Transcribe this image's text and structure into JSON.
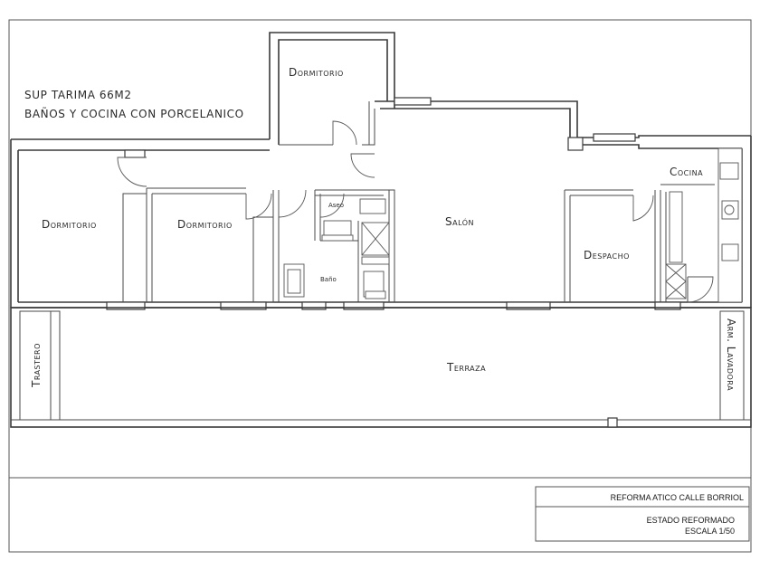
{
  "notes": {
    "line1": "SUP TARIMA 66M2",
    "line2": "BAÑOS Y COCINA CON PORCELANICO"
  },
  "rooms": {
    "dormitorio_top": "Dormitorio",
    "dormitorio_left": "Dormitorio",
    "dormitorio_mid": "Dormitorio",
    "aseo": "Aseo",
    "bano": "Baño",
    "salon": "Salón",
    "despacho": "Despacho",
    "cocina": "Cocina",
    "terraza": "Terraza",
    "trastero": "Trastero",
    "arm_lavadora": "Arm. Lavadora"
  },
  "title_block": {
    "project": "REFORMA ATICO CALLE BORRIOL",
    "state": "ESTADO REFORMADO",
    "scale": "ESCALA 1/50"
  }
}
